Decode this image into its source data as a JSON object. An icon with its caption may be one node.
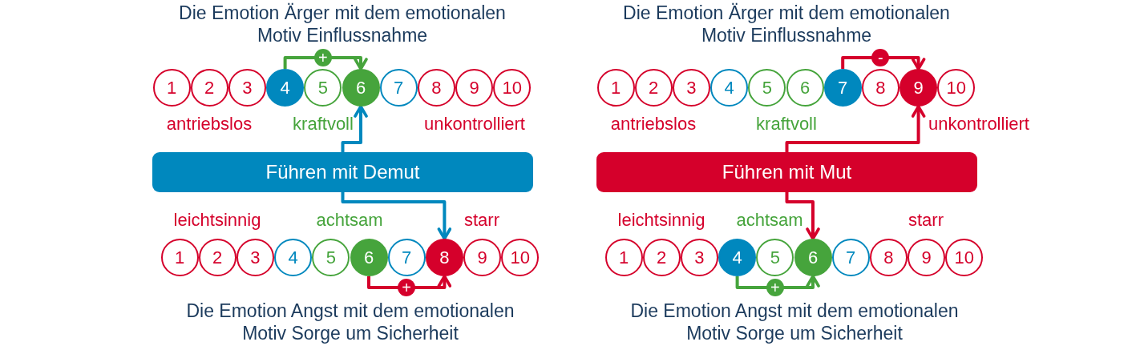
{
  "diagram": {
    "nodes": [
      {
        "text": [
          "1"
        ]
      },
      {
        "text": [
          "2"
        ]
      },
      {
        "text": [
          "3"
        ]
      },
      {
        "text": [
          "4"
        ]
      },
      {
        "text": [
          "5"
        ]
      },
      {
        "text": [
          "6"
        ]
      },
      {
        "text": [
          "7"
        ]
      },
      {
        "text": [
          "8"
        ]
      },
      {
        "text": [
          "9"
        ]
      },
      {
        "text": [
          "10"
        ]
      },
      {
        "text": [
          "Führen mit Demut"
        ]
      },
      {
        "text": [
          "1"
        ]
      },
      {
        "text": [
          "2"
        ]
      },
      {
        "text": [
          "3"
        ]
      },
      {
        "text": [
          "4"
        ]
      },
      {
        "text": [
          "5"
        ]
      },
      {
        "text": [
          "6"
        ]
      },
      {
        "text": [
          "7"
        ]
      },
      {
        "text": [
          "8"
        ]
      },
      {
        "text": [
          "9"
        ]
      },
      {
        "text": [
          "10"
        ]
      },
      {
        "text": [
          "1"
        ]
      },
      {
        "text": [
          "2"
        ]
      },
      {
        "text": [
          "3"
        ]
      },
      {
        "text": [
          "4"
        ]
      },
      {
        "text": [
          "5"
        ]
      },
      {
        "text": [
          "6"
        ]
      },
      {
        "text": [
          "7"
        ]
      },
      {
        "text": [
          "8"
        ]
      },
      {
        "text": [
          "9"
        ]
      },
      {
        "text": [
          "10"
        ]
      },
      {
        "text": [
          "Führen mit Mut"
        ]
      },
      {
        "text": [
          "1"
        ]
      },
      {
        "text": [
          "2"
        ]
      },
      {
        "text": [
          "3"
        ]
      },
      {
        "text": [
          "4"
        ]
      },
      {
        "text": [
          "5"
        ]
      },
      {
        "text": [
          "6"
        ]
      },
      {
        "text": [
          "7"
        ]
      },
      {
        "text": [
          "8"
        ]
      },
      {
        "text": [
          "9"
        ]
      },
      {
        "text": [
          "10"
        ]
      }
    ],
    "edges": [
      {
        "from": 3,
        "to": 5,
        "arrow": "to",
        "label": "+",
        "color": "#46a43c"
      },
      {
        "from": 10,
        "to": 5,
        "arrow": "to",
        "color": "#0088be"
      },
      {
        "from": 10,
        "to": 18,
        "arrow": "to",
        "color": "#0088be"
      },
      {
        "from": 16,
        "to": 18,
        "arrow": "to",
        "label": "+"
      },
      {
        "from": 27,
        "to": 29,
        "arrow": "to",
        "label": "-"
      },
      {
        "from": 31,
        "to": 29,
        "arrow": "to"
      },
      {
        "from": 31,
        "to": 37,
        "arrow": "to"
      },
      {
        "from": 35,
        "to": 37,
        "arrow": "to",
        "label": "+",
        "color": "#46a43c"
      }
    ],
    "labels": [
      "Die Emotion Ärger mit dem emotionalen Motiv Einflussnahme",
      "antriebslos",
      "kraftvoll",
      "unkontrolliert",
      "leichtsinnig",
      "achtsam",
      "starr",
      "Die Emotion Angst mit dem emotionalen Motiv Sorge um Sicherheit",
      "Die Emotion Ärger mit dem emotionalen Motiv Einflussnahme",
      "antriebslos",
      "kraftvoll",
      "unkontrolliert",
      "leichtsinnig",
      "achtsam",
      "starr",
      "Die Emotion Angst mit dem emotionalen Motiv Sorge um Sicherheit"
    ]
  }
}
